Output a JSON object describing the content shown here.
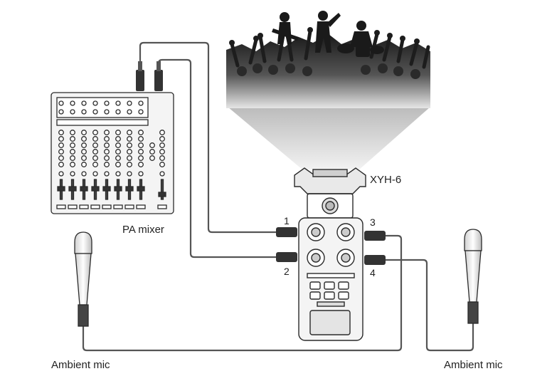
{
  "labels": {
    "mic_model": "XYH-6",
    "mixer": "PA mixer",
    "ambient_left": "Ambient mic",
    "ambient_right": "Ambient mic"
  },
  "inputs": [
    "1",
    "2",
    "3",
    "4"
  ],
  "colors": {
    "line": "#2b2b2b",
    "cable": "#555555",
    "device_fill": "#f4f4f4",
    "crowd_dark": "#222222",
    "crowd_light": "#dddddd"
  },
  "icons": {
    "crowd": "concert-crowd-icon",
    "mixer": "mixing-console-icon",
    "recorder": "handheld-recorder-icon",
    "mic": "handheld-microphone-icon"
  }
}
